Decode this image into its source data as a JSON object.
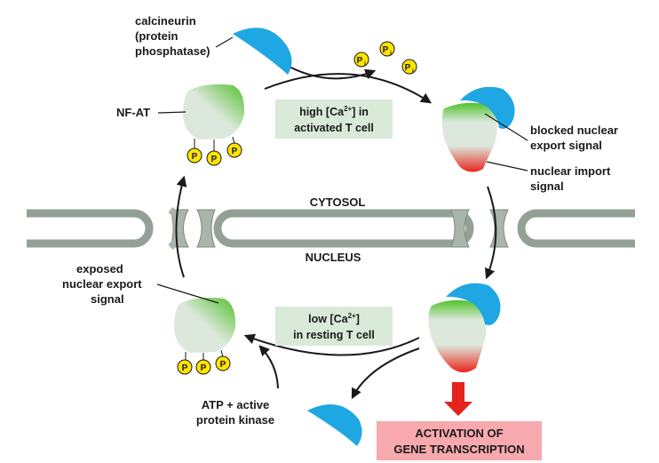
{
  "labels": {
    "calcineurin_line1": "calcineurin",
    "calcineurin_line2": "(protein",
    "calcineurin_line3": "phosphatase)",
    "nfat": "NF-AT",
    "blocked_line1": "blocked nuclear",
    "blocked_line2": "export signal",
    "import_line1": "nuclear import",
    "import_line2": "signal",
    "cytosol": "CYTOSOL",
    "nucleus": "NUCLEUS",
    "exposed_line1": "exposed",
    "exposed_line2": "nuclear export",
    "exposed_line3": "signal",
    "atp_line1": "ATP + active",
    "atp_line2": "protein kinase"
  },
  "boxes": {
    "high_line1_a": "high [Ca",
    "high_line1_sup": "2+",
    "high_line1_b": "] in",
    "high_line2": "activated T cell",
    "low_line1_a": "low [Ca",
    "low_line1_sup": "2+",
    "low_line1_b": "]",
    "low_line2": "in resting T cell",
    "activation_line1": "ACTIVATION OF",
    "activation_line2": "GENE TRANSCRIPTION"
  },
  "symbols": {
    "phosphate": "P",
    "pi_main": "P",
    "pi_sub": "i"
  },
  "colors": {
    "nfat_body": "#dde8dd",
    "export_signal": "#52c12a",
    "import_signal": "#e8251c",
    "calcineurin": "#1ea7e3",
    "phosphate": "#ffe400",
    "membrane": "#93a096",
    "pore": "#a9b4ab",
    "green_box": "#d9ead9",
    "activation_box": "#f7a9ad",
    "red_arrow": "#e3231c"
  }
}
